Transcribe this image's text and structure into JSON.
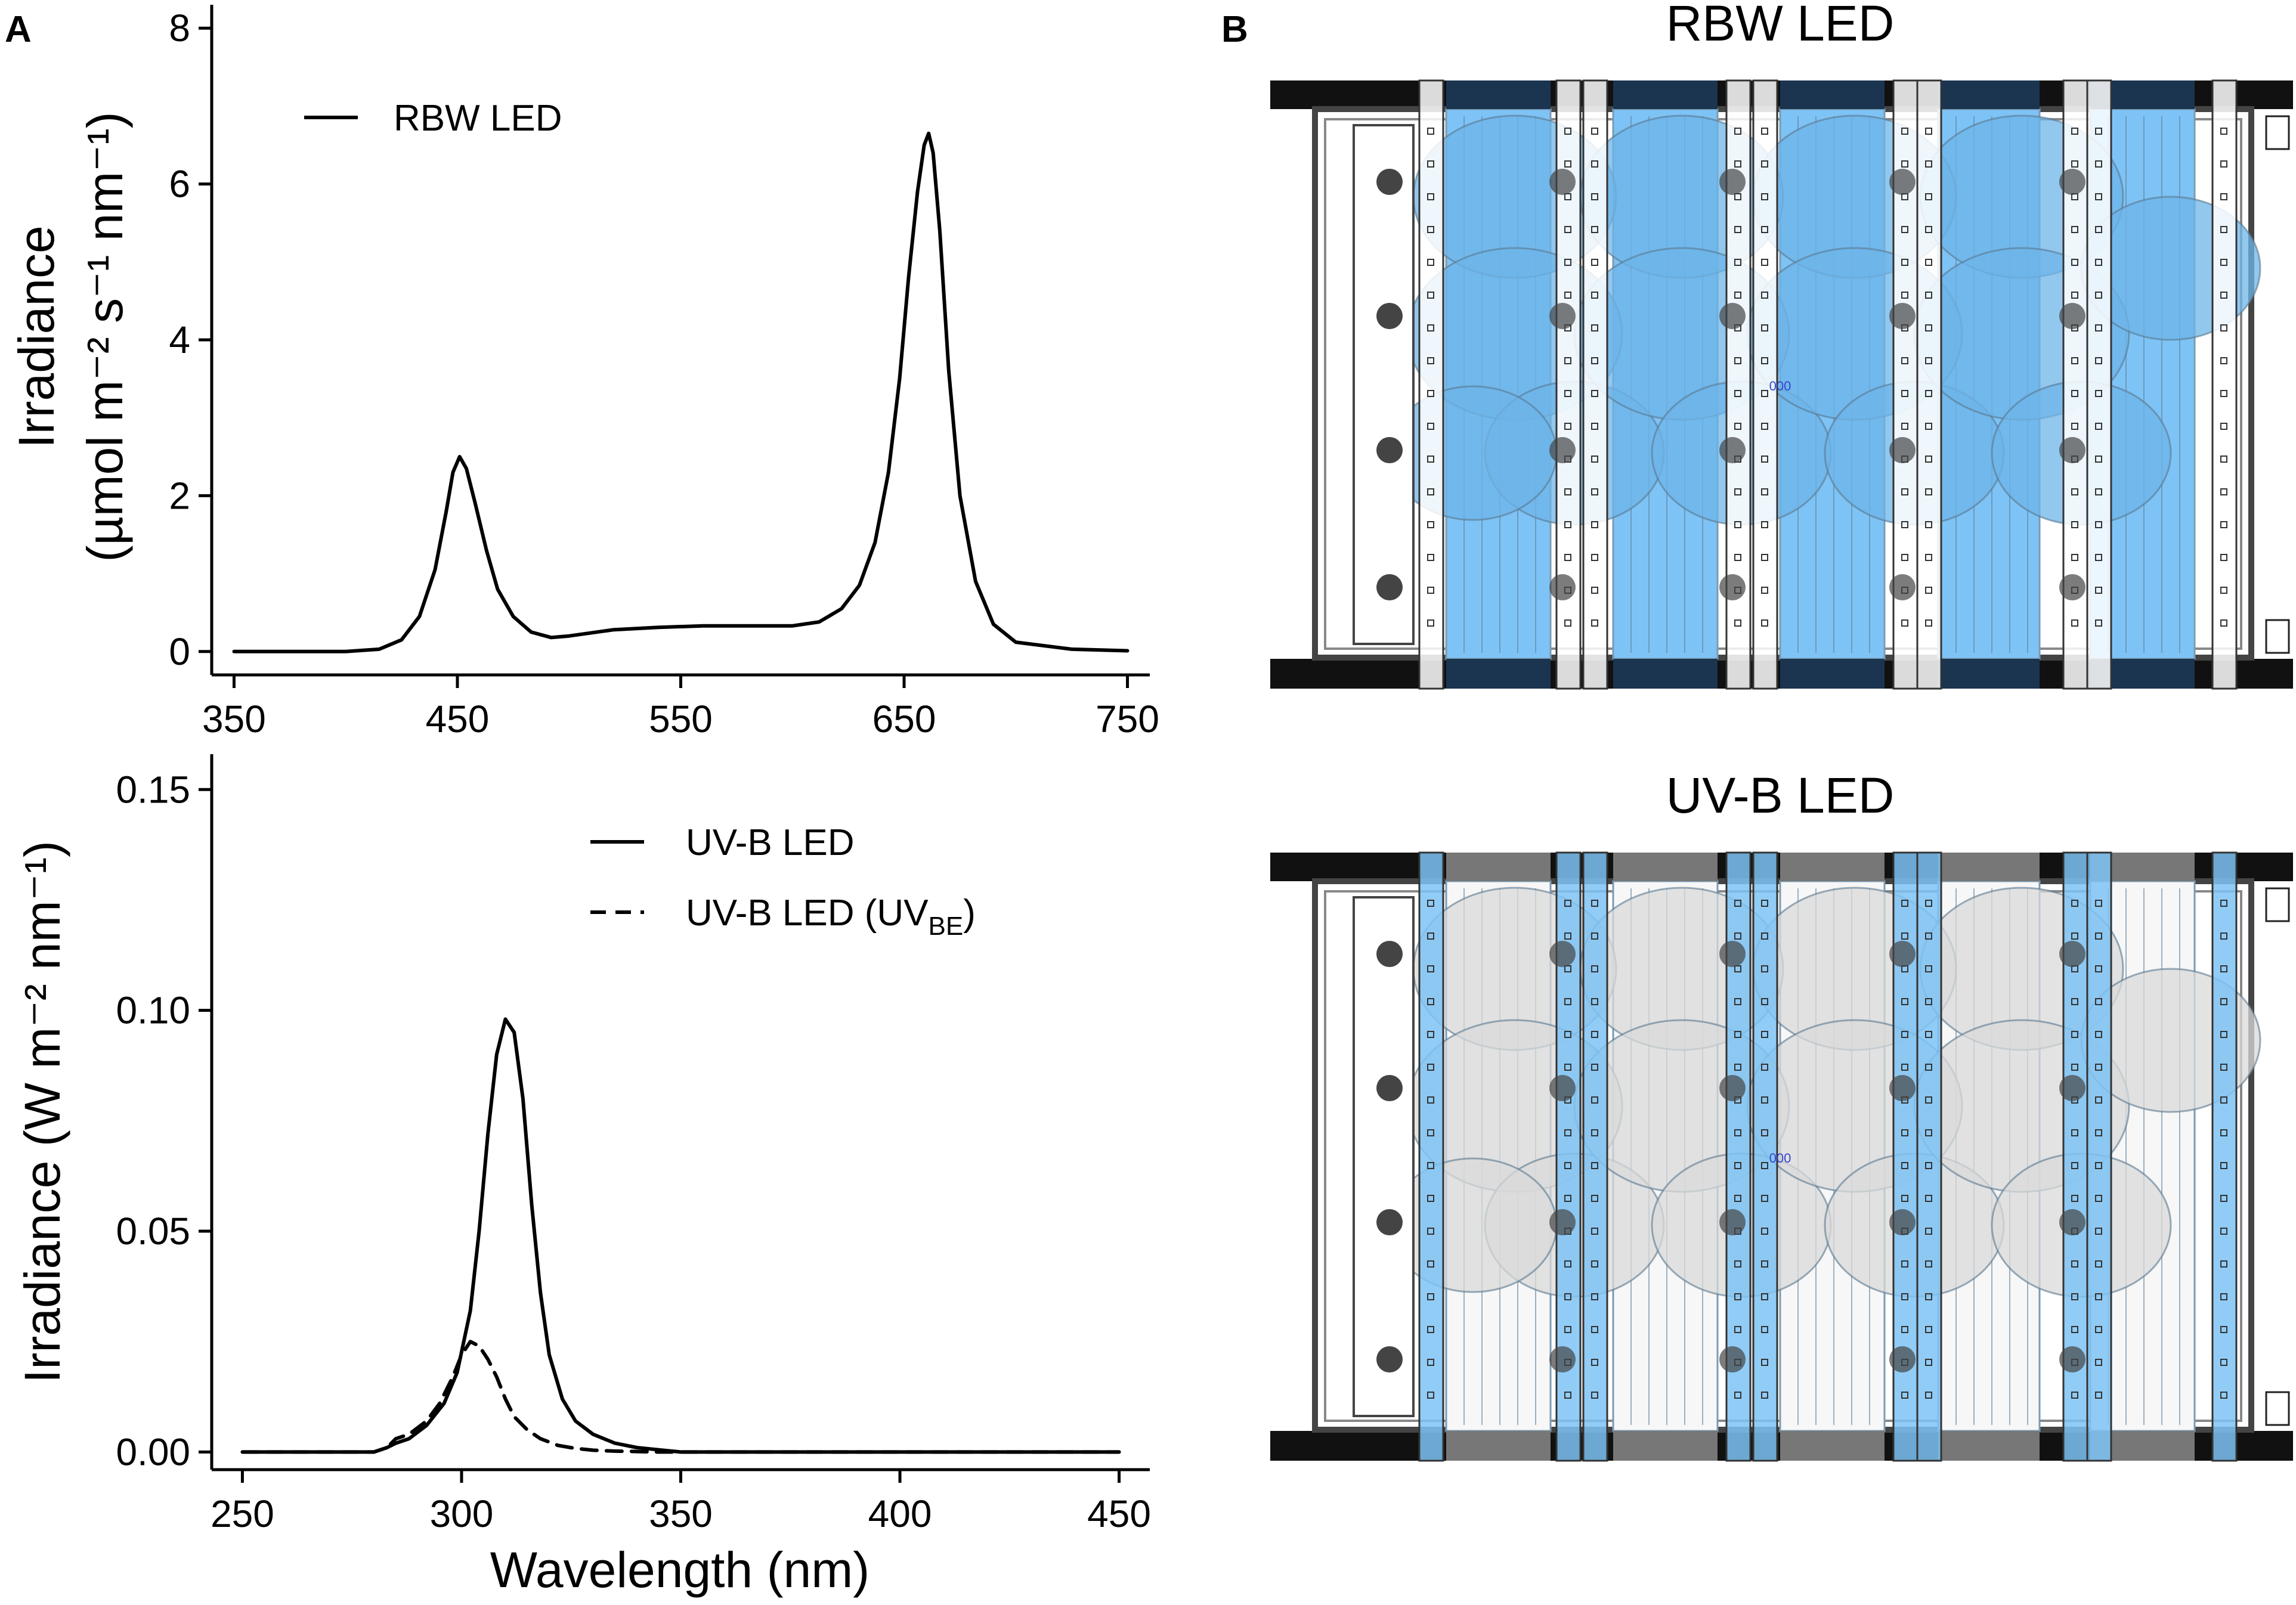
{
  "panel_labels": {
    "a": "A",
    "b": "B"
  },
  "chart_data": [
    {
      "type": "line",
      "xlabel": "",
      "ylabel_line1": "Irradiance",
      "ylabel_line2": "(µmol m⁻² s⁻¹ nm⁻¹)",
      "xlim": [
        340,
        760
      ],
      "ylim": [
        -0.3,
        8.3
      ],
      "x_ticks": [
        350,
        450,
        550,
        650,
        750
      ],
      "y_ticks": [
        0,
        2,
        4,
        6,
        8
      ],
      "grid": false,
      "legend_position": "top-left",
      "series": [
        {
          "name": "RBW LED",
          "dash": "solid",
          "x": [
            350,
            400,
            415,
            425,
            433,
            440,
            445,
            448,
            451,
            454,
            458,
            463,
            468,
            475,
            483,
            492,
            500,
            520,
            540,
            560,
            580,
            600,
            612,
            622,
            630,
            637,
            643,
            648,
            652,
            656,
            659,
            661,
            663,
            666,
            670,
            675,
            682,
            690,
            700,
            725,
            750
          ],
          "y": [
            0,
            0,
            0.03,
            0.15,
            0.45,
            1.05,
            1.8,
            2.3,
            2.5,
            2.35,
            1.9,
            1.3,
            0.8,
            0.45,
            0.25,
            0.18,
            0.2,
            0.28,
            0.31,
            0.33,
            0.33,
            0.33,
            0.38,
            0.55,
            0.85,
            1.4,
            2.3,
            3.5,
            4.8,
            5.9,
            6.5,
            6.65,
            6.4,
            5.4,
            3.6,
            2.0,
            0.9,
            0.35,
            0.12,
            0.03,
            0.01
          ]
        }
      ]
    },
    {
      "type": "line",
      "xlabel": "Wavelength (nm)",
      "ylabel": "Irradiance (W m⁻² nm⁻¹)",
      "xlim": [
        243,
        457
      ],
      "ylim": [
        -0.004,
        0.158
      ],
      "x_ticks": [
        250,
        300,
        350,
        400,
        450
      ],
      "y_ticks": [
        0.0,
        0.05,
        0.1,
        0.15
      ],
      "y_tick_labels": [
        "0.00",
        "0.05",
        "0.10",
        "0.15"
      ],
      "grid": false,
      "legend_position": "top-right",
      "series": [
        {
          "name": "UV-B LED",
          "dash": "solid",
          "x": [
            250,
            280,
            283,
            285,
            288,
            292,
            296,
            299,
            302,
            304,
            306,
            308,
            310,
            312,
            314,
            316,
            318,
            320,
            323,
            326,
            330,
            335,
            340,
            345,
            350,
            450
          ],
          "y": [
            0,
            0,
            0.001,
            0.002,
            0.003,
            0.006,
            0.011,
            0.018,
            0.032,
            0.05,
            0.072,
            0.09,
            0.098,
            0.095,
            0.08,
            0.056,
            0.036,
            0.022,
            0.012,
            0.007,
            0.004,
            0.002,
            0.001,
            0.0005,
            0,
            0
          ]
        },
        {
          "name": "UV-B LED (UVBE)",
          "dash": "dashed",
          "x": [
            250,
            280,
            283,
            285,
            288,
            292,
            295,
            298,
            300,
            302,
            304,
            306,
            308,
            310,
            312,
            315,
            318,
            322,
            326,
            330,
            335,
            340,
            345,
            450
          ],
          "y": [
            0,
            0,
            0.001,
            0.003,
            0.004,
            0.007,
            0.011,
            0.017,
            0.022,
            0.025,
            0.024,
            0.021,
            0.017,
            0.012,
            0.008,
            0.005,
            0.003,
            0.0015,
            0.0008,
            0.0004,
            0.0002,
            0.0001,
            0,
            0
          ]
        }
      ]
    }
  ],
  "legend": {
    "top": {
      "rbw": "RBW LED"
    },
    "bottom": {
      "uvb": "UV-B LED",
      "uvbe_prefix": "UV-B LED (UV",
      "uvbe_sub": "BE",
      "uvbe_suffix": ")"
    }
  },
  "scenes": [
    {
      "title": "RBW LED",
      "lamp_fill": "#7ec3f5",
      "tube_fill": "#ffffff",
      "plant_fill": "#6db4e8",
      "top_rail_fill": "#1b3550",
      "marker_text": "000"
    },
    {
      "title": "UV-B LED",
      "lamp_fill": "#f7f7f7",
      "tube_fill": "#7ec3f5",
      "plant_fill": "#d9d9d9",
      "top_rail_fill": "#777777",
      "marker_text": "000"
    }
  ],
  "colors": {
    "line": "#000000",
    "blue": "#7ec3f5",
    "dark": "#1a1a1a"
  }
}
